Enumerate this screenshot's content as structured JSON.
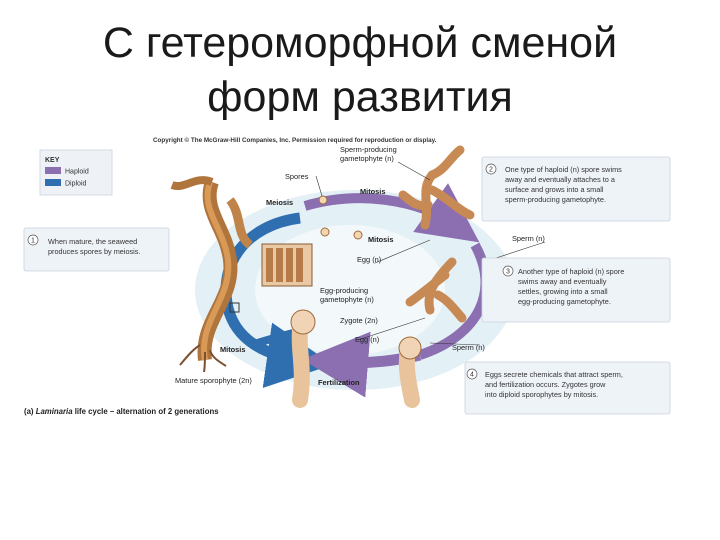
{
  "slide": {
    "title_line1": "С гетероморфной сменой",
    "title_line2": "форм развития"
  },
  "figure": {
    "copyright": "Copyright © The McGraw-Hill Companies, Inc. Permission required for reproduction or display.",
    "key": {
      "title": "KEY",
      "haploid": "Haploid",
      "diploid": "Diploid",
      "haploid_color": "#8b6fb1",
      "diploid_color": "#2f6fb0"
    },
    "labels": {
      "sperm_gametophyte_1": "Sperm-producing",
      "sperm_gametophyte_2": "gametophyte (n)",
      "spores": "Spores",
      "meiosis": "Meiosis",
      "mitosis_top": "Mitosis",
      "mitosis_mid": "Mitosis",
      "egg_top": "Egg (n)",
      "egg_gametophyte_1": "Egg-producing",
      "egg_gametophyte_2": "gametophyte (n)",
      "zygote": "Zygote (2n)",
      "egg_bottom": "Egg (n)",
      "sperm_bottom": "Sperm (n)",
      "sperm_right": "Sperm (n)",
      "mitosis_left": "Mitosis",
      "mature_sporophyte": "Mature sporophyte (2n)",
      "fertilization": "Fertilization"
    },
    "steps": [
      {
        "num": "1",
        "line1": "When mature, the seaweed",
        "line2": "produces spores by meiosis.",
        "line3": ""
      },
      {
        "num": "2",
        "line1": "One type of haploid (n) spore swims",
        "line2": "away and eventually attaches to a",
        "line3": "surface and grows into a small",
        "line4": "sperm-producing gametophyte."
      },
      {
        "num": "3",
        "line1": "Another type of haploid (n) spore",
        "line2": "swims away and eventually",
        "line3": "settles, growing into a small",
        "line4": "egg-producing gametophyte."
      },
      {
        "num": "4",
        "line1": "Eggs secrete chemicals that attract sperm,",
        "line2": "and fertilization occurs. Zygotes grow",
        "line3": "into diploid sporophytes by mitosis.",
        "line4": ""
      }
    ],
    "caption_prefix": "(a) ",
    "caption_italic": "Laminaria",
    "caption_rest": " life cycle – alternation of 2 generations"
  }
}
